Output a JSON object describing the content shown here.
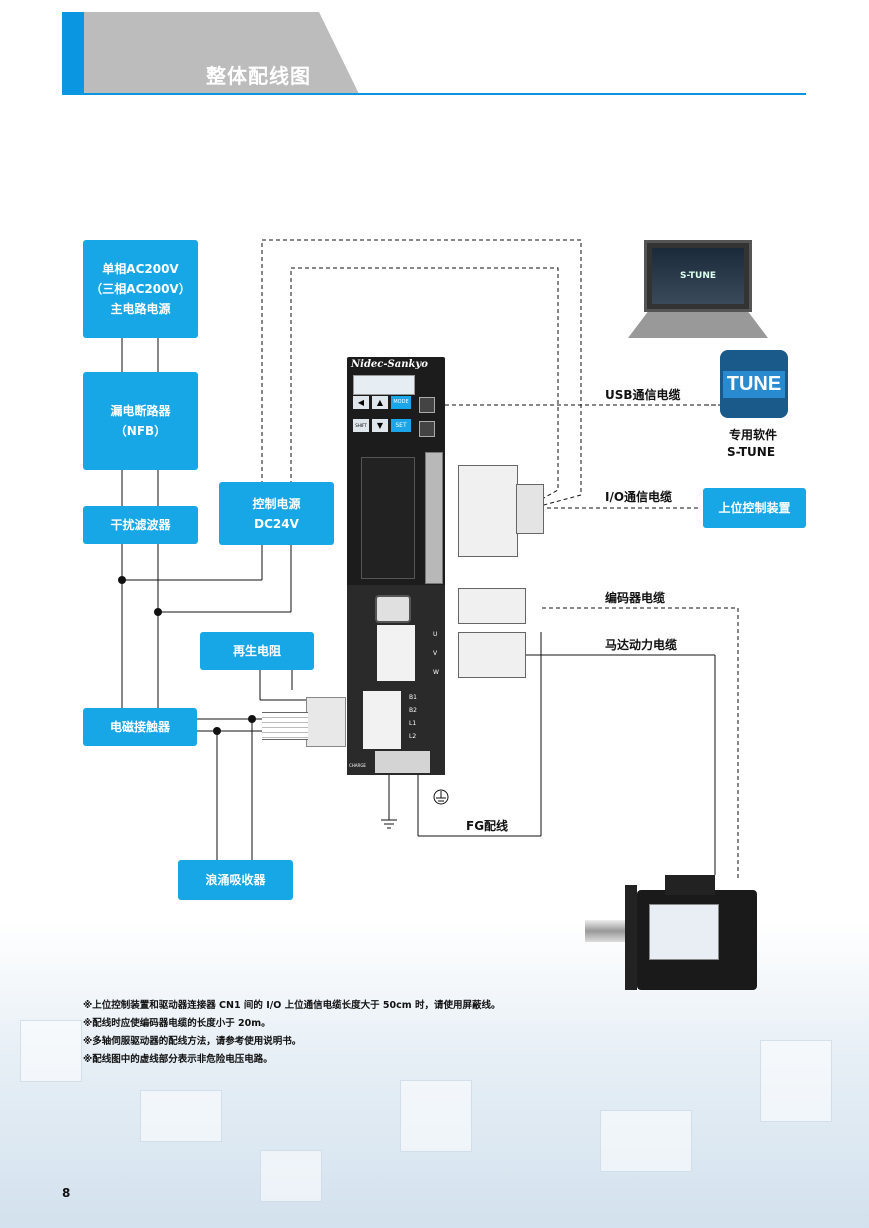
{
  "header": {
    "title": "整体配线图"
  },
  "boxes": {
    "power_line1": "单相AC200V",
    "power_line2": "（三相AC200V）",
    "power_line3": "主电路电源",
    "nfb_line1": "漏电断路器",
    "nfb_line2": "（NFB）",
    "filter": "干扰滤波器",
    "ctrl_line1": "控制电源",
    "ctrl_line2": "DC24V",
    "regen": "再生电阻",
    "contactor": "电磁接触器",
    "surge": "浪涌吸收器",
    "host": "上位控制装置"
  },
  "labels": {
    "usb": "USB通信电缆",
    "io": "I/O通信电缆",
    "encoder": "编码器电缆",
    "motor_power": "马达动力电缆",
    "fg": "FG配线",
    "software_line1": "专用软件",
    "software_line2": "S-TUNE"
  },
  "drive": {
    "brand": "Nidec-Sankyo",
    "btn_mode": "MODE",
    "btn_shift": "SHIFT",
    "btn_set": "SET",
    "terminal_uvw": [
      "U",
      "V",
      "W"
    ],
    "terminal_b": [
      "B1",
      "B2",
      "L1",
      "L2"
    ],
    "charge": "CHARGE"
  },
  "software": {
    "logo": "TUNE",
    "screen_text": "S-TUNE"
  },
  "notes": [
    "※上位控制装置和驱动器连接器 CN1 间的 I/O 上位通信电缆长度大于 50cm 时，请使用屏蔽线。",
    "※配线时应使编码器电缆的长度小于 20m。",
    "※多轴伺服驱动器的配线方法，请参考使用说明书。",
    "※配线图中的虚线部分表示非危险电压电路。"
  ],
  "page_number": "8",
  "colors": {
    "accent": "#0a96e0",
    "box": "#17a6e6",
    "header_gray": "#bcbcbc"
  }
}
